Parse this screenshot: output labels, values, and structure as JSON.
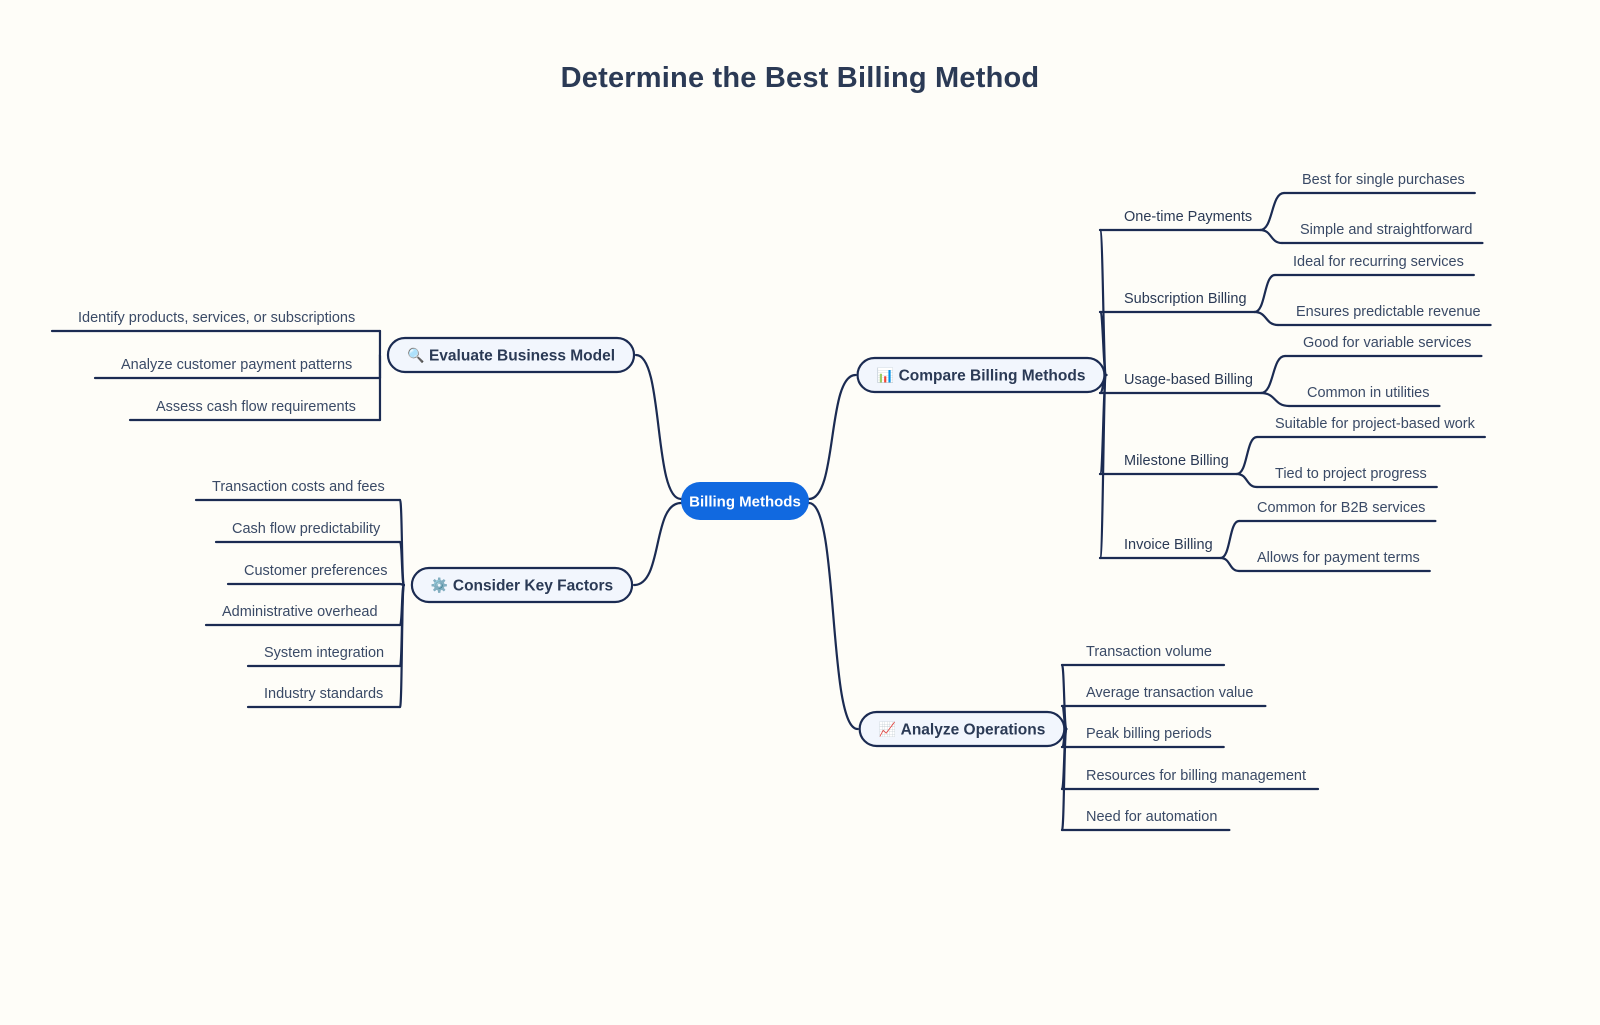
{
  "title": "Determine the Best Billing Method",
  "colors": {
    "background": "#fefdf8",
    "root_fill": "#1169e0",
    "root_text": "#ffffff",
    "branch_fill": "#f2f6fd",
    "stroke": "#1b2b52",
    "text": "#2b3a55"
  },
  "root": {
    "label": "Billing Methods"
  },
  "branches": [
    {
      "id": "evaluate-business-model",
      "label": "Evaluate Business Model",
      "icon": "magnifying-glass-icon",
      "icon_glyph": "🔍",
      "side": "left",
      "leaves": [
        {
          "label": "Identify products, services, or subscriptions"
        },
        {
          "label": "Analyze customer payment patterns"
        },
        {
          "label": "Assess cash flow requirements"
        }
      ]
    },
    {
      "id": "consider-key-factors",
      "label": "Consider Key Factors",
      "icon": "gear-icon",
      "icon_glyph": "⚙️",
      "side": "left",
      "leaves": [
        {
          "label": "Transaction costs and fees"
        },
        {
          "label": "Cash flow predictability"
        },
        {
          "label": "Customer preferences"
        },
        {
          "label": "Administrative overhead"
        },
        {
          "label": "System integration"
        },
        {
          "label": "Industry standards"
        }
      ]
    },
    {
      "id": "compare-billing-methods",
      "label": "Compare Billing Methods",
      "icon": "bar-chart-icon",
      "icon_glyph": "📊",
      "side": "right",
      "subbranches": [
        {
          "label": "One-time Payments",
          "leaves": [
            {
              "label": "Best for single purchases"
            },
            {
              "label": "Simple and straightforward"
            }
          ]
        },
        {
          "label": "Subscription Billing",
          "leaves": [
            {
              "label": "Ideal for recurring services"
            },
            {
              "label": "Ensures predictable revenue"
            }
          ]
        },
        {
          "label": "Usage-based Billing",
          "leaves": [
            {
              "label": "Good for variable services"
            },
            {
              "label": "Common in utilities"
            }
          ]
        },
        {
          "label": "Milestone Billing",
          "leaves": [
            {
              "label": "Suitable for project-based work"
            },
            {
              "label": "Tied to project progress"
            }
          ]
        },
        {
          "label": "Invoice Billing",
          "leaves": [
            {
              "label": "Common for B2B services"
            },
            {
              "label": "Allows for payment terms"
            }
          ]
        }
      ]
    },
    {
      "id": "analyze-operations",
      "label": "Analyze Operations",
      "icon": "chart-increasing-icon",
      "icon_glyph": "📈",
      "side": "right",
      "leaves": [
        {
          "label": "Transaction volume"
        },
        {
          "label": "Average transaction value"
        },
        {
          "label": "Peak billing periods"
        },
        {
          "label": "Resources for billing management"
        },
        {
          "label": "Need for automation"
        }
      ]
    }
  ]
}
